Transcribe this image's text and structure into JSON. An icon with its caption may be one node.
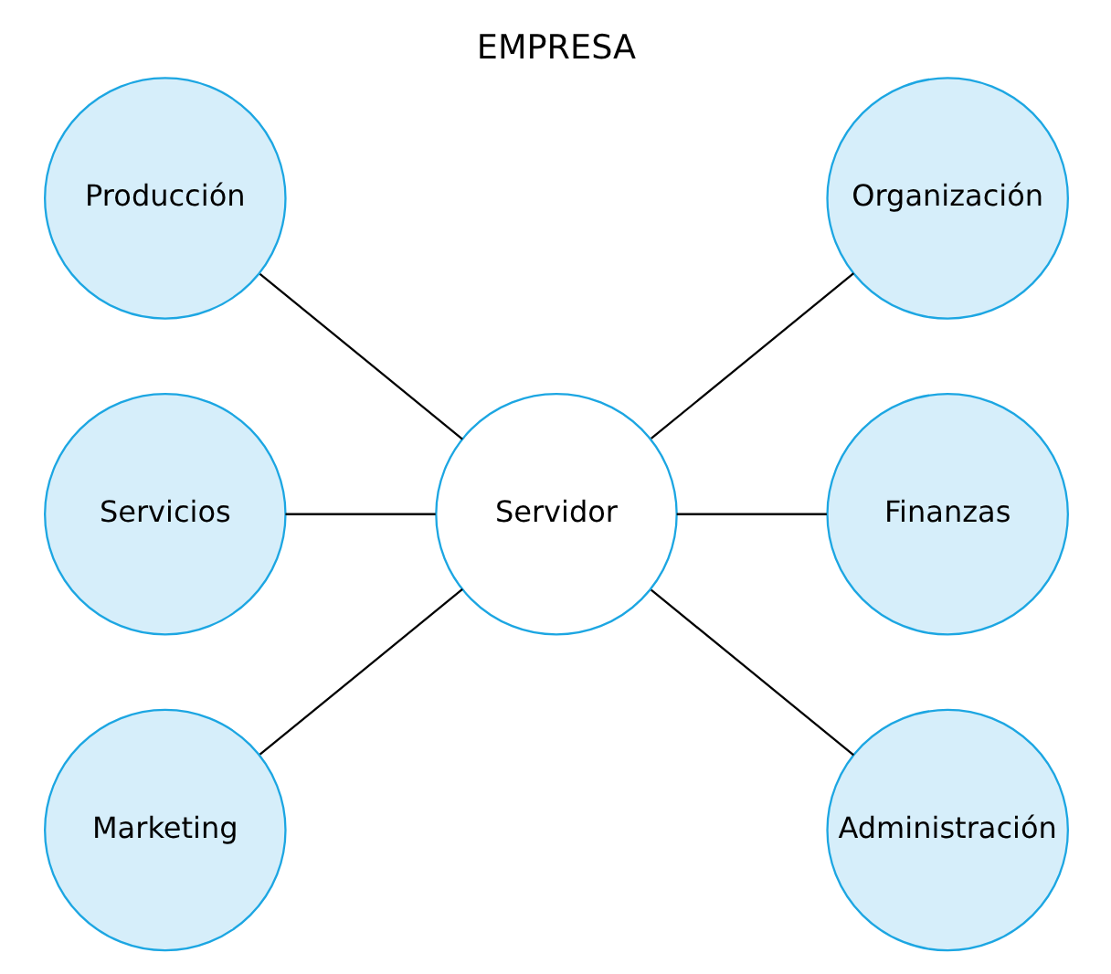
{
  "diagram": {
    "title": "EMPRESA",
    "nodes": [
      {
        "text": [
          "Producción"
        ]
      },
      {
        "text": [
          "Organización"
        ]
      },
      {
        "text": [
          "Servicios"
        ]
      },
      {
        "text": [
          "Servidor"
        ]
      },
      {
        "text": [
          "Finanzas"
        ]
      },
      {
        "text": [
          "Marketing"
        ]
      },
      {
        "text": [
          "Administración"
        ]
      }
    ],
    "edges": [
      {
        "from": 0,
        "to": 3,
        "arrow": "none"
      },
      {
        "from": 2,
        "to": 3,
        "arrow": "none"
      },
      {
        "from": 5,
        "to": 3,
        "arrow": "none"
      },
      {
        "from": 3,
        "to": 1,
        "arrow": "none"
      },
      {
        "from": 3,
        "to": 4,
        "arrow": "none"
      },
      {
        "from": 3,
        "to": 6,
        "arrow": "none"
      }
    ]
  }
}
